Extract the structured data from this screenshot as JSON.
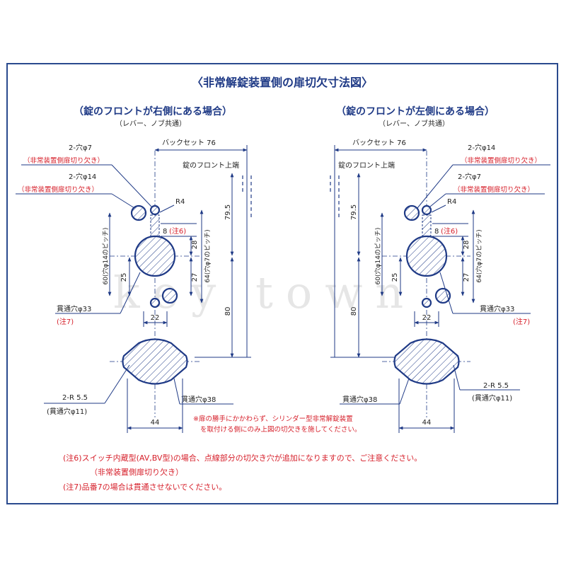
{
  "title": "〈非常解錠装置側の扉切欠寸法図〉",
  "watermark": "key town",
  "left": {
    "heading": "（錠のフロントが右側にある場合）",
    "sub": "（レバー、ノブ共通）",
    "backset": "バックセット 76",
    "front_end": "錠のフロント上端",
    "hole7": "2-穴φ7",
    "hole7_note": "（非常装置側扉切り欠き）",
    "hole14": "2-穴φ14",
    "hole14_note": "（非常装置側扉切り欠き）",
    "r4": "R4",
    "d795": "79.5",
    "d8": "8",
    "n6": "(注6)",
    "d28": "28",
    "p60": "60(穴φ14のピッチ)",
    "d25": "25",
    "p64": "64(穴φ7のピッチ)",
    "d27": "27",
    "d80": "80",
    "thru33": "貫通穴φ33",
    "n7": "(注7)",
    "d22": "22",
    "r55": "2-R 5.5",
    "thru11": "(貫通穴φ11)",
    "thru38": "貫通穴φ38",
    "d44": "44"
  },
  "right": {
    "heading": "（錠のフロントが左側にある場合）",
    "sub": "（レバー、ノブ共通）",
    "backset": "バックセット 76",
    "front_end": "錠のフロント上端",
    "hole14": "2-穴φ14",
    "hole14_note": "（非常装置側扉切り欠き）",
    "hole7": "2-穴φ7",
    "hole7_note": "（非常装置側扉切り欠き）",
    "r4": "R4",
    "d795": "79.5",
    "d8": "8",
    "n6": "(注6)",
    "d28": "28",
    "p60": "60(穴φ14のピッチ)",
    "d25": "25",
    "p64": "64(穴φ7のピッチ)",
    "d27": "27",
    "d80": "80",
    "thru33": "貫通穴φ33",
    "n7": "(注7)",
    "d22": "22",
    "r55": "2-R 5.5",
    "thru11": "(貫通穴φ11)",
    "thru38": "貫通穴φ38",
    "d44": "44"
  },
  "center_note_1": "※扉の勝手にかかわらず、シリンダー型非常解錠装置",
  "center_note_2": "を取付ける側にのみ上図の切欠きを施してください。",
  "note6_line1": "(注6)スイッチ内蔵型(AV,BV型)の場合、点線部分の切欠き穴が追加になりますので、ご注意ください。",
  "note6_line2": "（非常装置側扉切り欠き）",
  "note7_line": "(注7)品番7の場合は貫通させないでください。"
}
